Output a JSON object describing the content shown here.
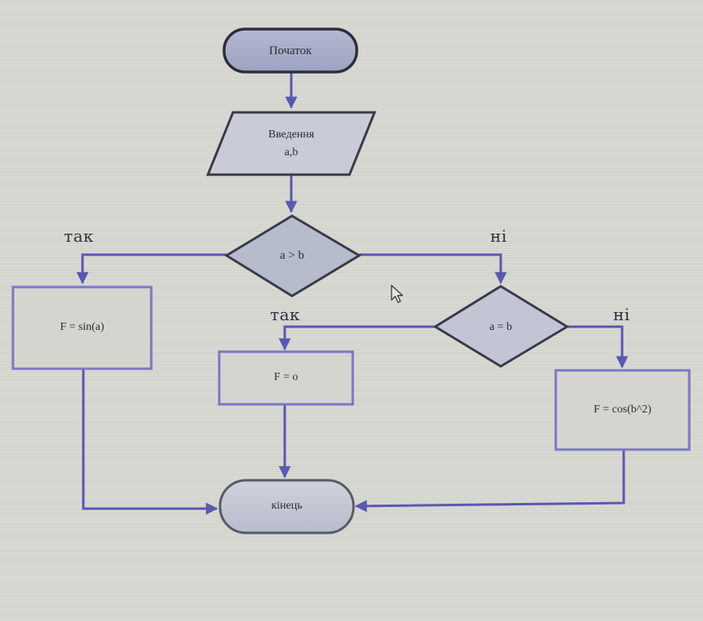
{
  "diagram": {
    "type": "flowchart",
    "colors": {
      "connector": "#5a58b0",
      "terminator_fill": "#a8adc8",
      "terminator_stroke": "#2e2e3e",
      "end_fill": "#c4c8d4",
      "io_fill": "#c9ccd6",
      "decision_fill": "#b7bccd",
      "process_fill": "#d5d5cf",
      "process_stroke": "#7a78c4"
    },
    "nodes": {
      "start": {
        "shape": "terminator",
        "text": "Початок"
      },
      "input": {
        "shape": "parallelogram",
        "text": "Введення\na,b"
      },
      "decision1": {
        "shape": "diamond",
        "text": "a > b"
      },
      "process_sin": {
        "shape": "rectangle",
        "text": "F = sin(a)"
      },
      "decision2": {
        "shape": "diamond",
        "text": "a = b"
      },
      "process_zero": {
        "shape": "rectangle",
        "text": "F = o"
      },
      "process_cos": {
        "shape": "rectangle",
        "text": "F = cos(b^2)"
      },
      "end": {
        "shape": "terminator",
        "text": "кінець"
      }
    },
    "labels": {
      "d1_yes": "так",
      "d1_no": "ні",
      "d2_yes": "так",
      "d2_no": "ні"
    },
    "edges": [
      {
        "from": "start",
        "to": "input"
      },
      {
        "from": "input",
        "to": "decision1"
      },
      {
        "from": "decision1",
        "to": "process_sin",
        "label": "так"
      },
      {
        "from": "decision1",
        "to": "decision2",
        "label": "ні"
      },
      {
        "from": "decision2",
        "to": "process_zero",
        "label": "так"
      },
      {
        "from": "decision2",
        "to": "process_cos",
        "label": "ні"
      },
      {
        "from": "process_sin",
        "to": "end"
      },
      {
        "from": "process_zero",
        "to": "end"
      },
      {
        "from": "process_cos",
        "to": "end"
      }
    ]
  },
  "cursor": {
    "icon": "mouse-pointer-icon"
  }
}
